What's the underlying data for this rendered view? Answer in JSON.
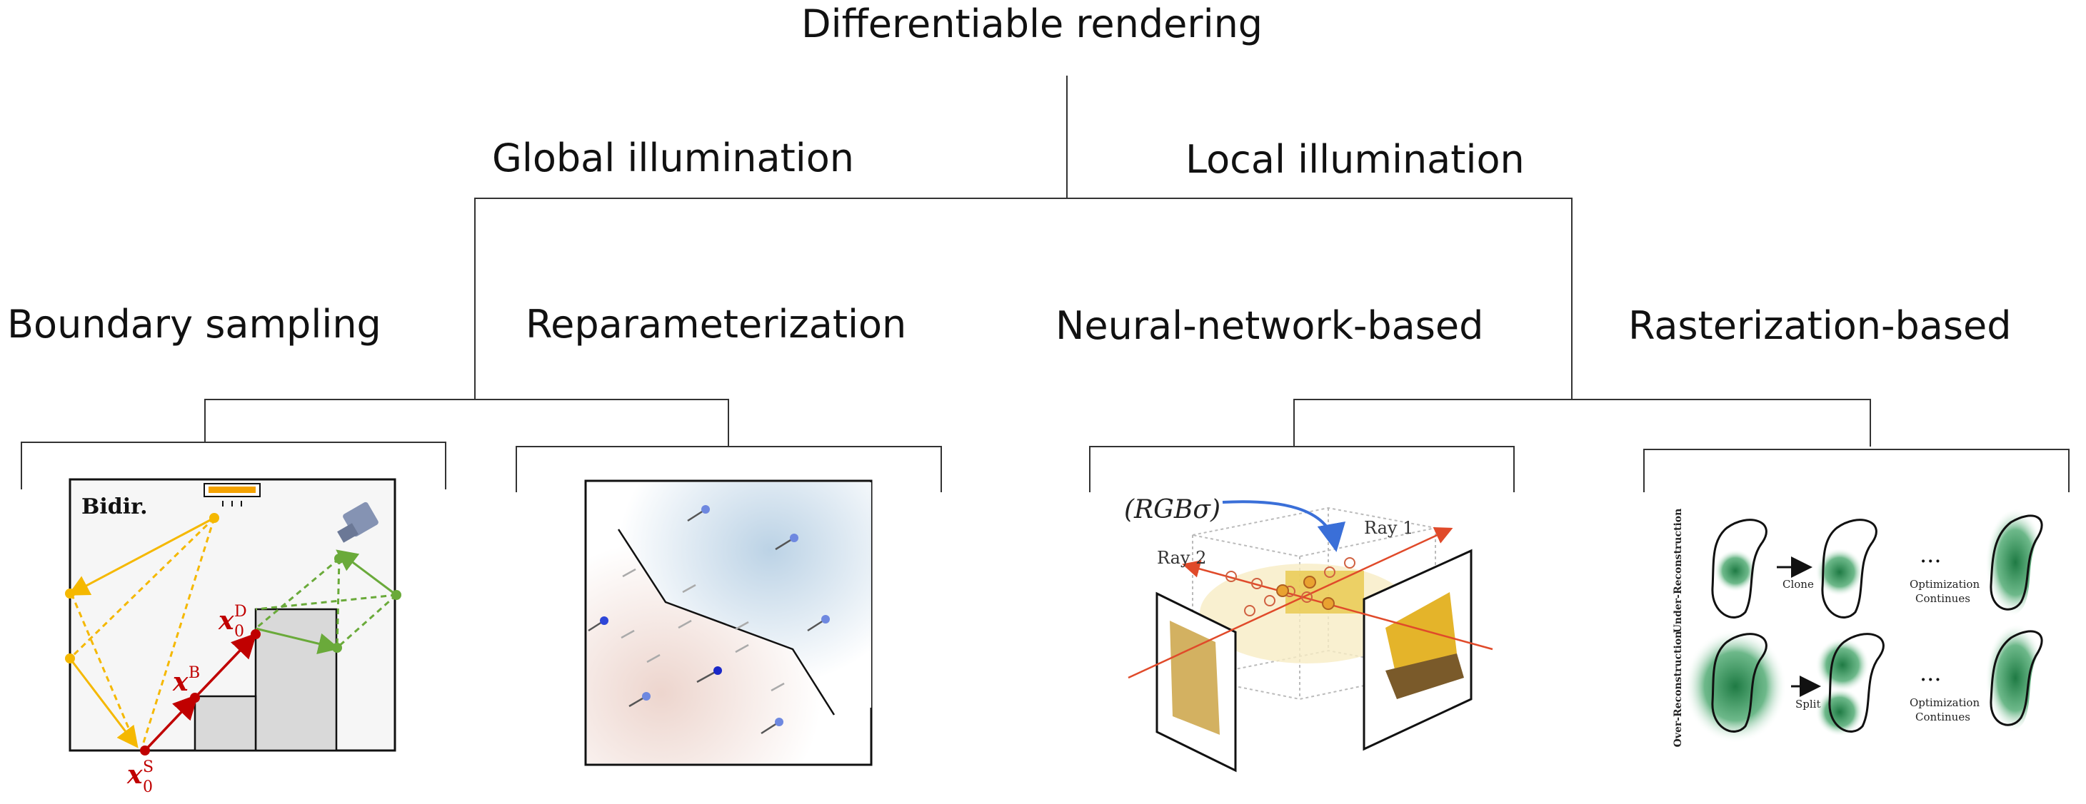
{
  "title": "Differentiable rendering",
  "categories": {
    "global": "Global illumination",
    "local": "Local illumination"
  },
  "methods": {
    "boundary": "Boundary sampling",
    "reparam": "Reparameterization",
    "neural": "Neural-network-based",
    "raster": "Rasterization-based"
  },
  "figures": {
    "bidir": {
      "title": "Bidir.",
      "x0d": "x",
      "x0d_sub": "0",
      "x0d_sup": "D",
      "xb": "x",
      "xb_sup": "B",
      "x0s": "x",
      "x0s_sub": "0",
      "x0s_sup": "S"
    },
    "nerf": {
      "rgb": "(RGBσ)",
      "ray1": "Ray 1",
      "ray2": "Ray 2"
    },
    "gaussian": {
      "row1": "Under-Reconstruction",
      "row2": "Over-Reconstruction",
      "clone": "Clone",
      "split": "Split",
      "dots": "...",
      "opt1": "Optimization",
      "opt2": "Continues"
    }
  },
  "colors": {
    "yellow": "#f5b800",
    "green": "#6aaa3a",
    "red": "#c00000",
    "blue": "#4a6fe0",
    "gauss": "#1f7a44"
  }
}
